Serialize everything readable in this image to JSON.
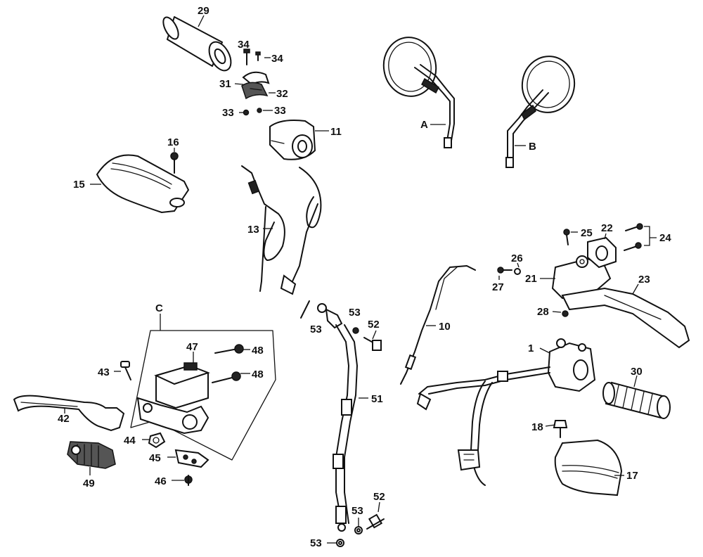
{
  "labels": {
    "p1": "1",
    "p10": "10",
    "p11": "11",
    "p13": "13",
    "p15": "15",
    "p16": "16",
    "p17": "17",
    "p18": "18",
    "p21": "21",
    "p22": "22",
    "p23": "23",
    "p24": "24",
    "p25": "25",
    "p26": "26",
    "p27": "27",
    "p28": "28",
    "p29": "29",
    "p30": "30",
    "p31": "31",
    "p32": "32",
    "p33a": "33",
    "p33b": "33",
    "p34a": "34",
    "p34b": "34",
    "p42": "42",
    "p43": "43",
    "p44": "44",
    "p45": "45",
    "p46": "46",
    "p47": "47",
    "p48a": "48",
    "p48b": "48",
    "p49": "49",
    "p51": "51",
    "p52a": "52",
    "p52b": "52",
    "p53a": "53",
    "p53b": "53",
    "p53c": "53",
    "p53d": "53",
    "A": "A",
    "B": "B",
    "C": "C"
  }
}
